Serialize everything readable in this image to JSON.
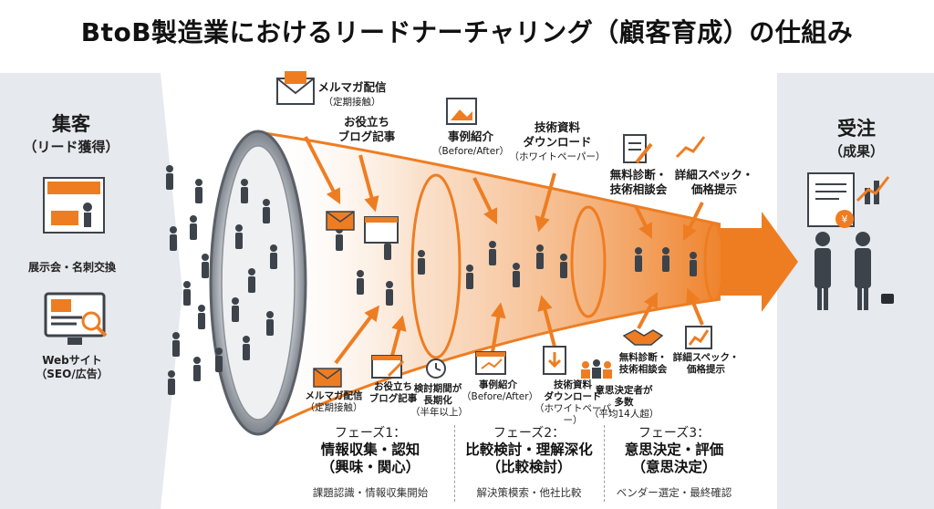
{
  "title": "BtoB製造業におけるリードナーチャリング（顧客育成）の仕組み",
  "left_panel": {
    "heading": "集客",
    "subheading": "（リード獲得）",
    "item1": "展示会・名刺交換",
    "item2_line1": "Webサイト",
    "item2_line2": "（SEO/広告）"
  },
  "right_panel": {
    "heading": "受注",
    "subheading": "（成果）"
  },
  "top_callouts": {
    "mailmag": {
      "line1": "メルマガ配信",
      "line2": "（定期接触）"
    },
    "blog": {
      "line1": "お役立ち",
      "line2": "ブログ記事"
    },
    "case": {
      "line1": "事例紹介",
      "line2": "（Before/After）"
    },
    "tech": {
      "line1": "技術資料",
      "line2": "ダウンロード",
      "line3": "（ホワイトペーパー）"
    },
    "consult": {
      "line1": "無料診断・",
      "line2": "技術相談会"
    },
    "spec": {
      "line1": "詳細スペック・",
      "line2": "価格提示"
    }
  },
  "bottom_callouts": {
    "mailmag": {
      "line1": "メルマガ配信",
      "line2": "（定期接触）"
    },
    "blog": {
      "line1": "お役立ち",
      "line2": "ブログ記事"
    },
    "period": {
      "line1": "検討期間が",
      "line2": "長期化",
      "line3": "（半年以上）"
    },
    "case": {
      "line1": "事例紹介",
      "line2": "（Before/After）"
    },
    "tech": {
      "line1": "技術資料",
      "line2": "ダウンロード",
      "line3": "（ホワイトペーパー）"
    },
    "decision": {
      "line1": "意思決定者が",
      "line2": "多数",
      "line3": "（平均14人超）"
    },
    "consult": {
      "line1": "無料診断・",
      "line2": "技術相談会"
    },
    "spec": {
      "line1": "詳細スペック・",
      "line2": "価格提示"
    }
  },
  "phases": [
    {
      "title": "フェーズ1：",
      "name1": "情報収集・認知",
      "name2": "（興味・関心）",
      "desc": "課題認識・情報収集開始"
    },
    {
      "title": "フェーズ2：",
      "name1": "比較検討・理解深化",
      "name2": "（比較検討）",
      "desc": "解決策模索・他社比較"
    },
    {
      "title": "フェーズ3：",
      "name1": "意思決定・評価",
      "name2": "（意思決定）",
      "desc": "ベンダー選定・最終確認"
    }
  ],
  "colors": {
    "accent": "#ee7d22",
    "panel": "#e6e9ed",
    "funnel_stroke": "#5b6068",
    "funnel_inner": "#9aa1a9"
  },
  "icons": {
    "mail": "envelope-icon",
    "blog": "pencil-document-icon",
    "case": "picture-icon",
    "tech": "download-document-icon",
    "consult": "handshake-icon",
    "spec": "rising-chart-icon",
    "booth": "exhibition-booth-icon",
    "web": "monitor-search-icon",
    "clock": "clock-icon",
    "people": "group-icon",
    "contract": "contract-yen-icon"
  }
}
